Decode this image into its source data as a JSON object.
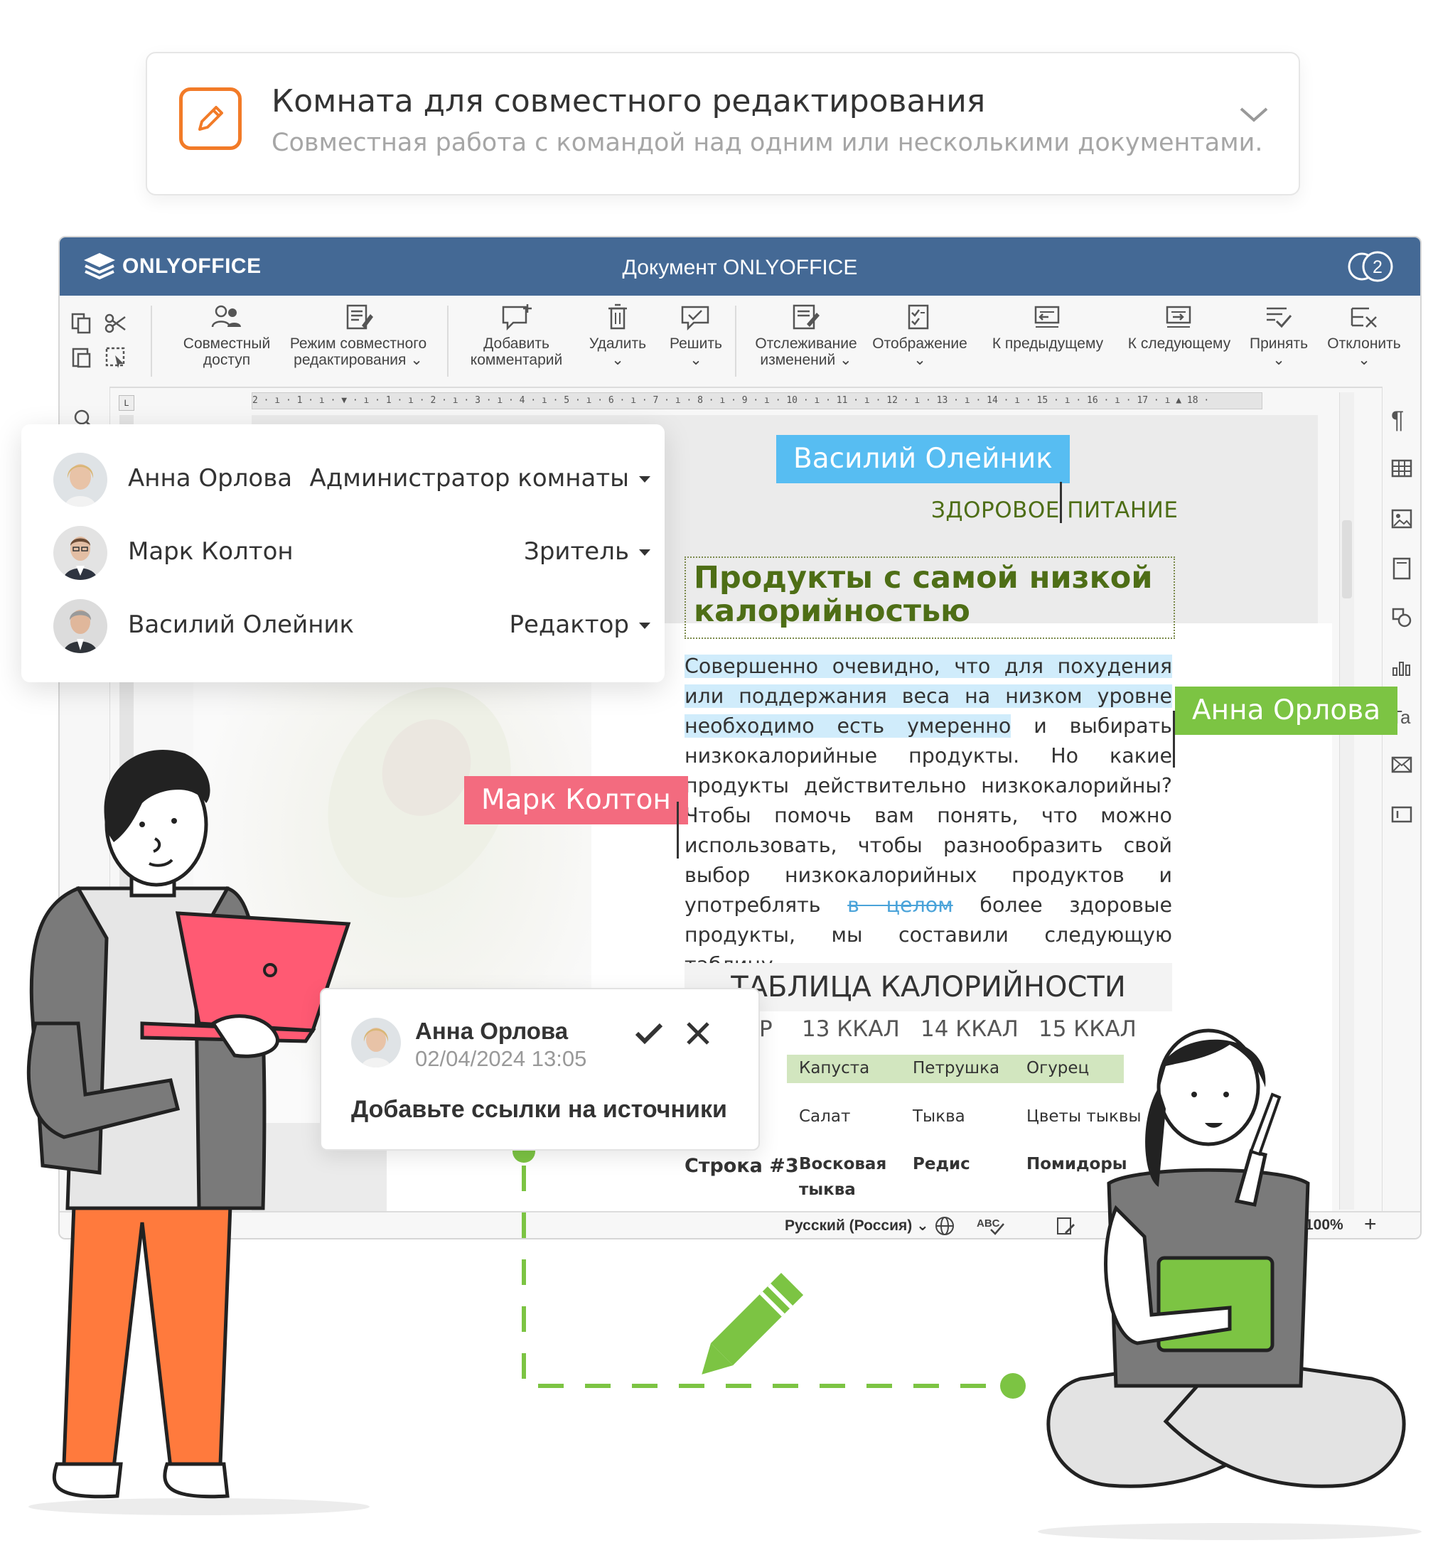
{
  "room_card": {
    "title": "Комната для совместного редактирования",
    "subtitle": "Совместная работа с командой над одним или несколькими документами."
  },
  "editor": {
    "logo_text": "ONLYOFFICE",
    "title": "Документ ONLYOFFICE",
    "users_count": "2",
    "toolbar": [
      {
        "label": "Совместный\nдоступ",
        "icon": "users-icon"
      },
      {
        "label": "Режим совместного\nредактирования ⌄",
        "icon": "co-edit-mode-icon"
      },
      {
        "label": "Добавить\nкомментарий",
        "icon": "add-comment-icon"
      },
      {
        "label": "Удалить\n⌄",
        "icon": "delete-icon"
      },
      {
        "label": "Решить\n⌄",
        "icon": "resolve-icon"
      },
      {
        "label": "Отслеживание\nизменений ⌄",
        "icon": "track-changes-icon"
      },
      {
        "label": "Отображение\n⌄",
        "icon": "display-icon"
      },
      {
        "label": "К предыдущему",
        "icon": "previous-change-icon"
      },
      {
        "label": "К следующему",
        "icon": "next-change-icon"
      },
      {
        "label": "Принять\n⌄",
        "icon": "accept-icon"
      },
      {
        "label": "Отклонить\n⌄",
        "icon": "reject-icon"
      }
    ],
    "ruler": "2 · ı · 1 · ı · ▼ · ı · 1 · ı · 2 · ı · 3 · ı · 4 · ı · 5 · ı · 6 · ı · 7 · ı · 8 · ı · 9 · ı · 10 · ı · 11 · ı · 12 · ı · 13 · ı · 14 · ı · 15 · ı · 16 · ı · 17 · ı ▲ 18 ·",
    "status": {
      "language": "Русский (Россия) ⌄",
      "zoom": "100%",
      "zoom_plus": "+"
    }
  },
  "document": {
    "header": "ЗДОРОВОЕ ПИТАНИЕ",
    "heading": "Продукты с самой низкой калорийностью",
    "paragraph_hl": "Совершенно очевидно, что для похудения или поддержания веса на низком уровне необходимо есть умеренно",
    "paragraph_mid": " и выбирать низкокалорийные продукты. Но какие продукты действительно низкокалорийны? Чтобы помочь вам понять, что можно использовать, чтобы разнообразить свой выбор низкокалорийных продуктов и употреблять ",
    "paragraph_del": "в целом",
    "paragraph_end": " более здоровые продукты, мы составили следующую таблицу.",
    "table_title": "ТАБЛИЦА КАЛОРИЙНОСТИ",
    "table_headers": [
      "Р",
      "13 ККАЛ",
      "14 ККАЛ",
      "15 ККАЛ"
    ],
    "rows": [
      {
        "label": "",
        "cells": [
          "Капуста",
          "Петрушка",
          "Огурец"
        ]
      },
      {
        "label": "",
        "cells": [
          "Салат",
          "Тыква",
          "Цветы тыквы"
        ]
      },
      {
        "label": "Строка #3",
        "cells": [
          "Восковая\nтыква",
          "Редис",
          "Помидоры"
        ]
      }
    ]
  },
  "cursors": {
    "vasiliy": "Василий Олейник",
    "anna": "Анна Орлова",
    "mark": "Марк Колтон"
  },
  "users_panel": [
    {
      "name": "Анна Орлова",
      "role": "Администратор комнаты"
    },
    {
      "name": "Марк Колтон",
      "role": "Зритель"
    },
    {
      "name": "Василий Олейник",
      "role": "Редактор"
    }
  ],
  "comment": {
    "author": "Анна Орлова",
    "date": "02/04/2024 13:05",
    "text": "Добавьте ссылки на источники"
  },
  "colors": {
    "titlebar": "#446995",
    "accent_orange": "#f27b28",
    "cursor_blue": "#57bdf2",
    "cursor_green": "#7cc443",
    "cursor_pink": "#f36b7f",
    "heading_green": "#4e6e16"
  }
}
